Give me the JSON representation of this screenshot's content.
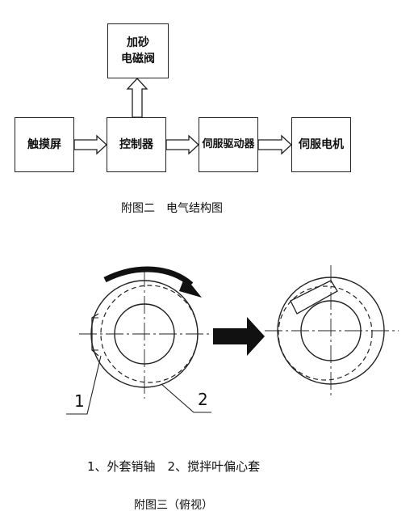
{
  "block_diagram": {
    "sand_valve": {
      "line1": "加砂",
      "line2": "电磁阀"
    },
    "touchscreen": "触摸屏",
    "controller": "控制器",
    "servo_driver": "伺服驱动器",
    "servo_motor": "伺服电机"
  },
  "caption_fig2": "附图二　电气结构图",
  "top_view": {
    "callout_1": "1",
    "callout_2": "2",
    "legend": "1、外套销轴　2、搅拌叶偏心套"
  },
  "caption_fig3": "附图三（俯视）"
}
